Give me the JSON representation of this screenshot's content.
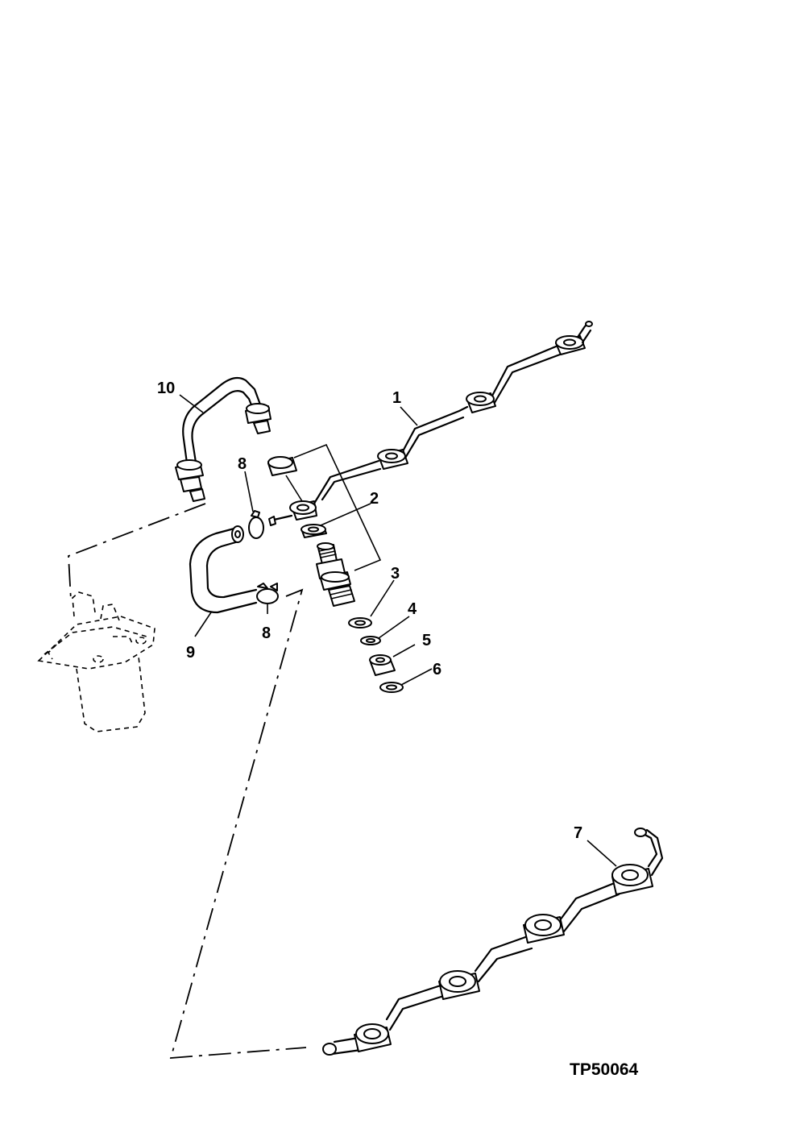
{
  "callouts": {
    "c1": "1",
    "c2": "2",
    "c3": "3",
    "c4": "4",
    "c5": "5",
    "c6": "6",
    "c7": "7",
    "c8a": "8",
    "c8b": "8",
    "c9": "9",
    "c10": "10"
  },
  "figure_id": "TP50064"
}
